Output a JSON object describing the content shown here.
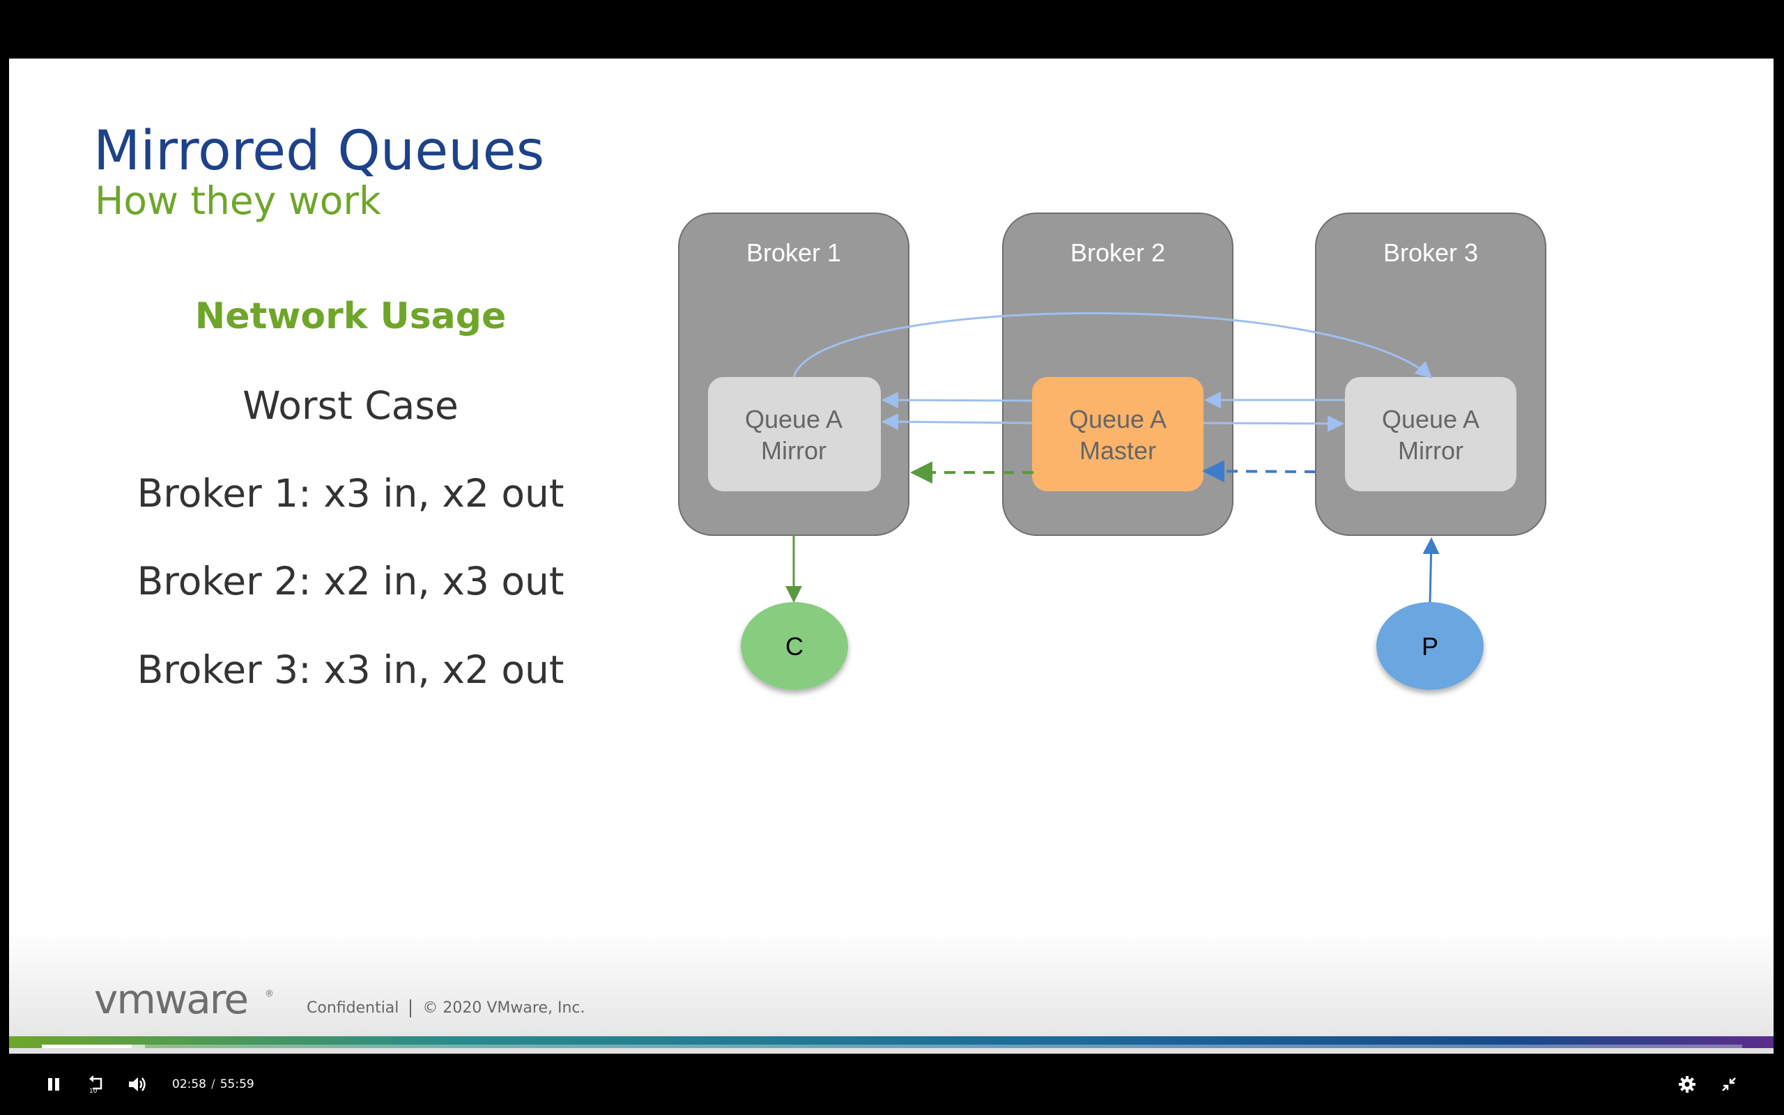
{
  "slide": {
    "title": "Mirrored Queues",
    "subtitle": "How they work",
    "section_heading": "Network Usage",
    "case_label": "Worst Case",
    "stats": [
      "Broker 1: x3 in, x2 out",
      "Broker 2: x2 in, x3 out",
      "Broker 3: x3 in, x2 out"
    ]
  },
  "diagram": {
    "brokers": [
      {
        "label": "Broker 1",
        "queue_line1": "Queue A",
        "queue_line2": "Mirror"
      },
      {
        "label": "Broker 2",
        "queue_line1": "Queue A",
        "queue_line2": "Master"
      },
      {
        "label": "Broker 3",
        "queue_line1": "Queue A",
        "queue_line2": "Mirror"
      }
    ],
    "consumer_label": "C",
    "publisher_label": "P",
    "colors": {
      "broker_fill": "#999999",
      "queue_fill": "#d9d9d9",
      "master_fill": "#fbb46a",
      "consumer_fill": "#88cc80",
      "publisher_fill": "#6aa6e0",
      "replication_arrow": "#9fbfef",
      "publish_arrow": "#3d7cc9",
      "consume_arrow": "#5a9a3e"
    }
  },
  "footer": {
    "logo_text": "vmware",
    "logo_mark": "®",
    "confidential": "Confidential",
    "copyright": "© 2020 VMware, Inc."
  },
  "player": {
    "current_time": "02:58",
    "separator": "/",
    "duration": "55:59",
    "progress_fraction": 0.053,
    "buttons": {
      "pause": "pause-icon",
      "rewind": "replay-10-icon",
      "volume": "volume-icon",
      "settings": "gear-icon",
      "exit_fullscreen": "exit-fullscreen-icon"
    },
    "rewind_seconds": "10"
  }
}
